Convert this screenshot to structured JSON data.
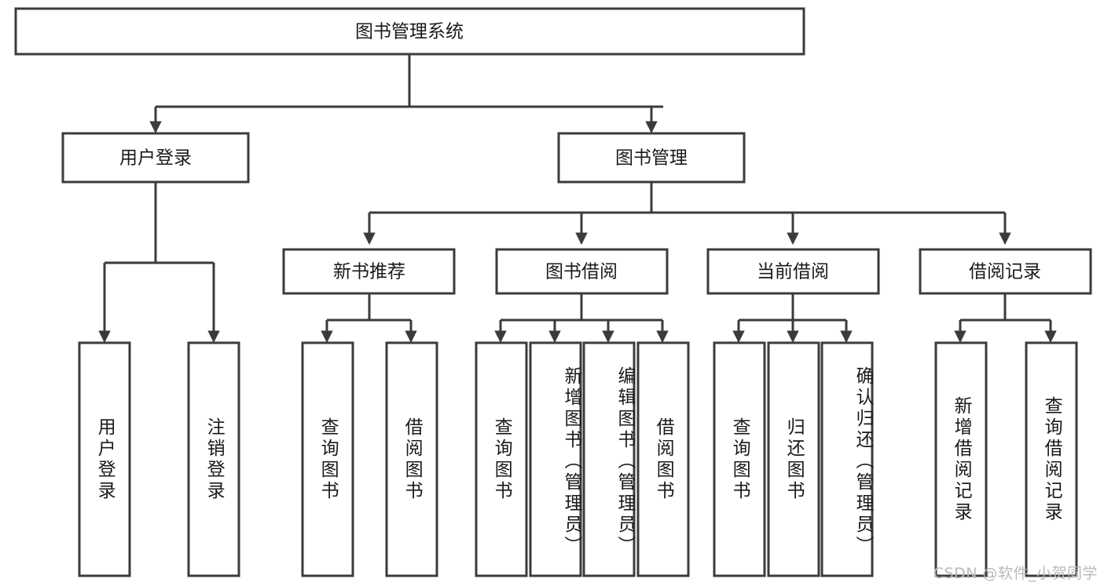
{
  "diagram": {
    "type": "tree-hierarchy-flowchart",
    "title_node": {
      "label": "图书管理系统"
    },
    "level2": [
      {
        "id": "user-login",
        "label": "用户登录"
      },
      {
        "id": "book-manage",
        "label": "图书管理"
      }
    ],
    "level3": [
      {
        "id": "new-book-rec",
        "label": "新书推荐",
        "parent": "book-manage"
      },
      {
        "id": "book-borrow",
        "label": "图书借阅",
        "parent": "book-manage"
      },
      {
        "id": "current-borrow",
        "label": "当前借阅",
        "parent": "book-manage"
      },
      {
        "id": "borrow-record",
        "label": "借阅记录",
        "parent": "book-manage"
      }
    ],
    "leaves": [
      {
        "id": "leaf-user-login",
        "label": "用户登录",
        "parent": "user-login"
      },
      {
        "id": "leaf-logout",
        "label": "注销登录",
        "parent": "user-login"
      },
      {
        "id": "leaf-query-book-1",
        "label": "查询图书",
        "parent": "new-book-rec"
      },
      {
        "id": "leaf-borrow-book-1",
        "label": "借阅图书",
        "parent": "new-book-rec"
      },
      {
        "id": "leaf-query-book-2",
        "label": "查询图书",
        "parent": "book-borrow"
      },
      {
        "id": "leaf-add-book",
        "label": "新增图书（管理员）",
        "parent": "book-borrow"
      },
      {
        "id": "leaf-edit-book",
        "label": "编辑图书（管理员）",
        "parent": "book-borrow"
      },
      {
        "id": "leaf-borrow-book-2",
        "label": "借阅图书",
        "parent": "book-borrow"
      },
      {
        "id": "leaf-query-book-3",
        "label": "查询图书",
        "parent": "current-borrow"
      },
      {
        "id": "leaf-return-book",
        "label": "归还图书",
        "parent": "current-borrow"
      },
      {
        "id": "leaf-confirm-return",
        "label": "确认归还（管理员）",
        "parent": "current-borrow"
      },
      {
        "id": "leaf-add-record",
        "label": "新增借阅记录",
        "parent": "borrow-record"
      },
      {
        "id": "leaf-query-record",
        "label": "查询借阅记录",
        "parent": "borrow-record"
      }
    ],
    "watermark": "CSDN @软件_小贺同学",
    "colors": {
      "stroke": "#3b3b3b",
      "fill": "#ffffff",
      "text": "#1a1a1a",
      "watermark": "#b9b9b9",
      "background": "#ffffff"
    }
  }
}
